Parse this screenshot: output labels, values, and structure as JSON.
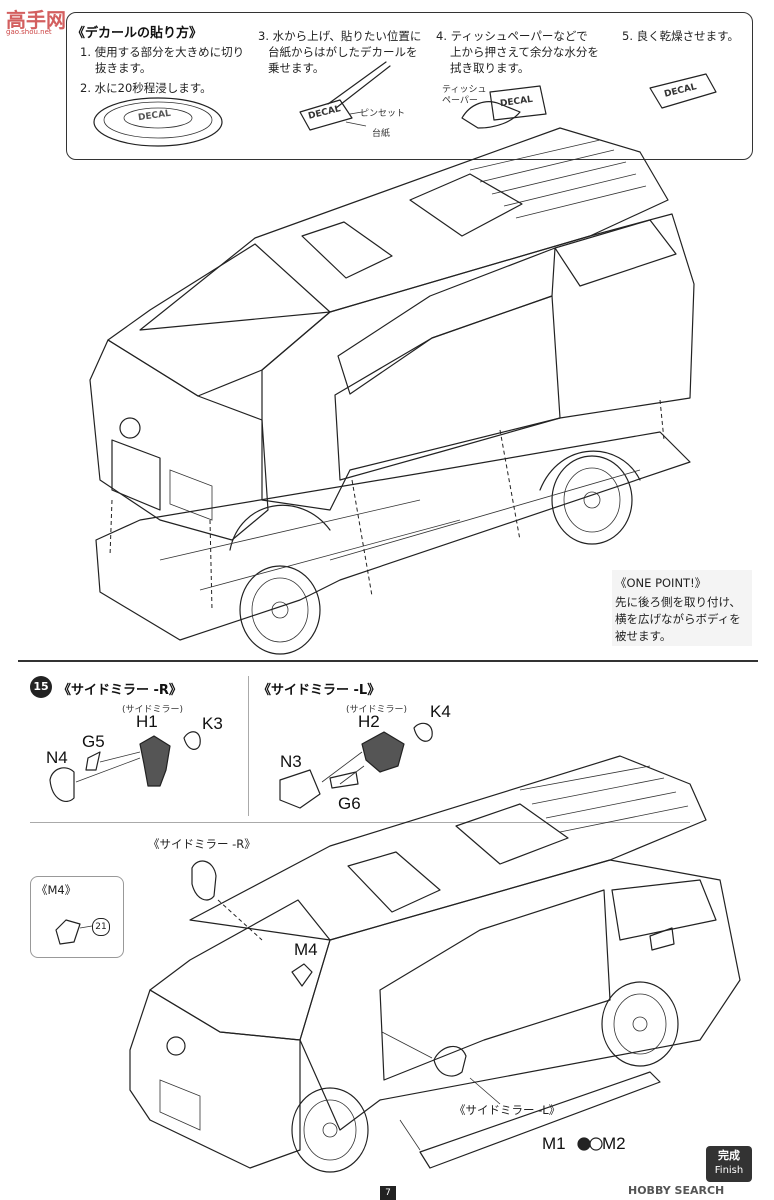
{
  "watermark": {
    "left": "高手网",
    "right": "HOBBY SEARCH",
    "domain_line": "gao.shou.net"
  },
  "decal_box": {
    "title": "《デカールの貼り方》",
    "step1": "1. 使用する部分を大きめに切り",
    "step1b": "抜きます。",
    "step2": "2. 水に20秒程浸します。",
    "step3a": "3. 水から上げ、貼りたい位置に",
    "step3b": "台紙からはがしたデカールを",
    "step3c": "乗せます。",
    "step3_tweezers": "ピンセット",
    "step3_paper": "台紙",
    "step4a": "4. ティッシュペーパーなどで",
    "step4b": "上から押さえて余分な水分を",
    "step4c": "拭き取ります。",
    "step4_tissue_a": "ティッシュ",
    "step4_tissue_b": "ペーパー",
    "step5": "5. 良く乾燥させます。",
    "decal_word": "DECAL"
  },
  "one_point": {
    "title": "《ONE POINT!》",
    "line1": "先に後ろ側を取り付け、",
    "line2": "横を広げながらボディを",
    "line3": "被せます。"
  },
  "step15": {
    "number": "15",
    "title_r": "《サイドミラー -R》",
    "title_l": "《サイドミラー -L》",
    "small_label": "(サイドミラー)",
    "parts_r": {
      "h": "H1",
      "k": "K3",
      "g": "G5",
      "n": "N4"
    },
    "parts_l": {
      "h": "H2",
      "k": "K4",
      "g": "G6",
      "n": "N3"
    },
    "mirror_r_callout": "《サイドミラー -R》",
    "mirror_l_callout": "《サイドミラー -L》",
    "m4_box_title": "《M4》",
    "m4_label": "M4",
    "m4_ref": "21",
    "m1": "M1",
    "m2": "M2"
  },
  "finish": {
    "jp": "完成",
    "en": "Finish"
  },
  "page_number": "7"
}
